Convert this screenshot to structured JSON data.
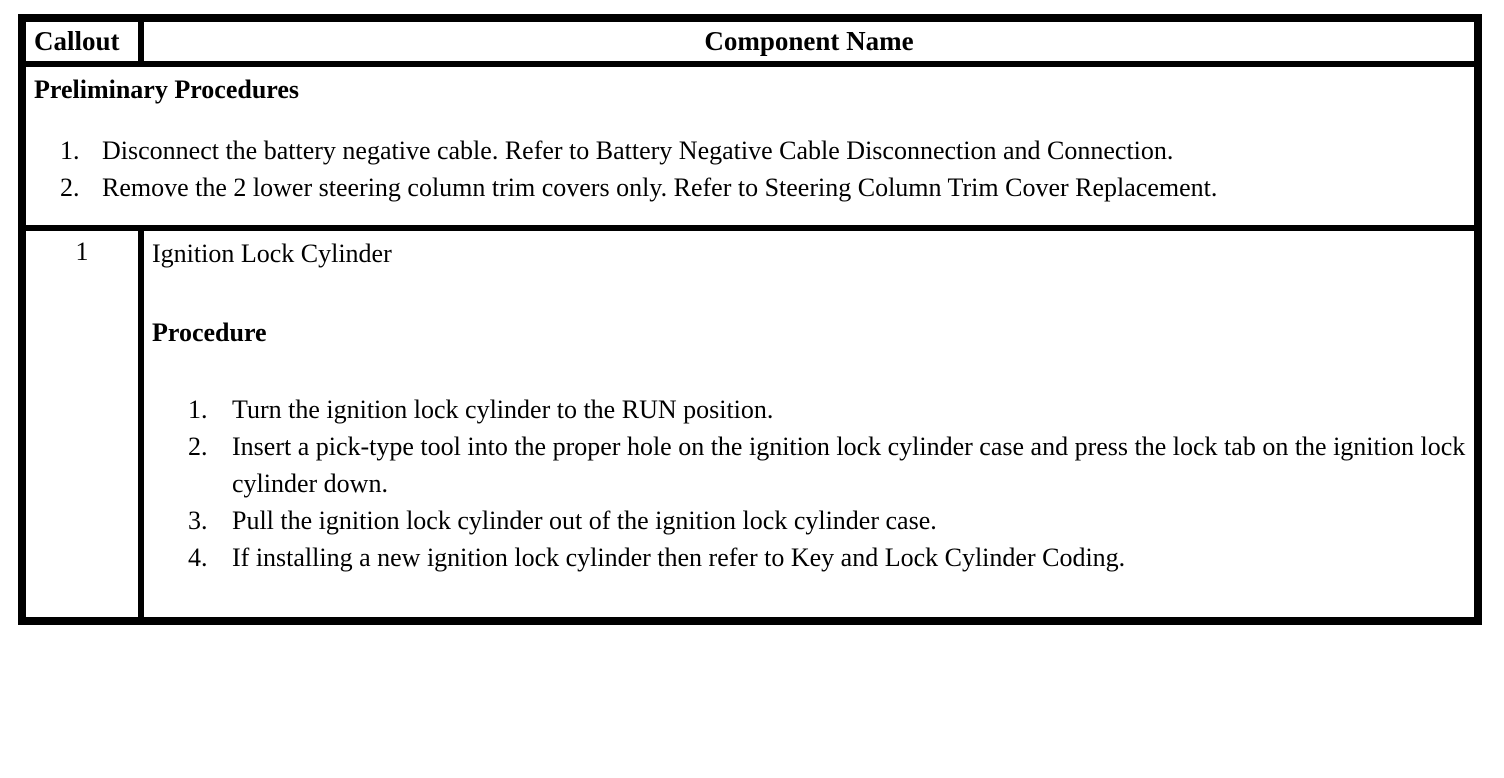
{
  "table": {
    "headers": {
      "callout": "Callout",
      "component_name": "Component Name"
    },
    "preliminary": {
      "heading": "Preliminary Procedures",
      "steps": [
        "Disconnect the battery negative cable. Refer to Battery Negative Cable Disconnection and Connection.",
        "Remove the 2 lower steering column trim covers only. Refer to Steering Column Trim Cover Replacement."
      ]
    },
    "rows": [
      {
        "callout": "1",
        "component_title": "Ignition Lock Cylinder",
        "procedure_heading": "Procedure",
        "steps": [
          "Turn the ignition lock cylinder to the RUN position.",
          "Insert a pick-type tool into the proper hole on the ignition lock cylinder case and press the lock tab on the ignition lock cylinder down.",
          "Pull the ignition lock cylinder out of the ignition lock cylinder case.",
          "If installing a new ignition lock cylinder then refer to Key and Lock Cylinder Coding."
        ]
      }
    ]
  },
  "colors": {
    "border": "#000000",
    "text": "#000000",
    "background": "#ffffff"
  }
}
